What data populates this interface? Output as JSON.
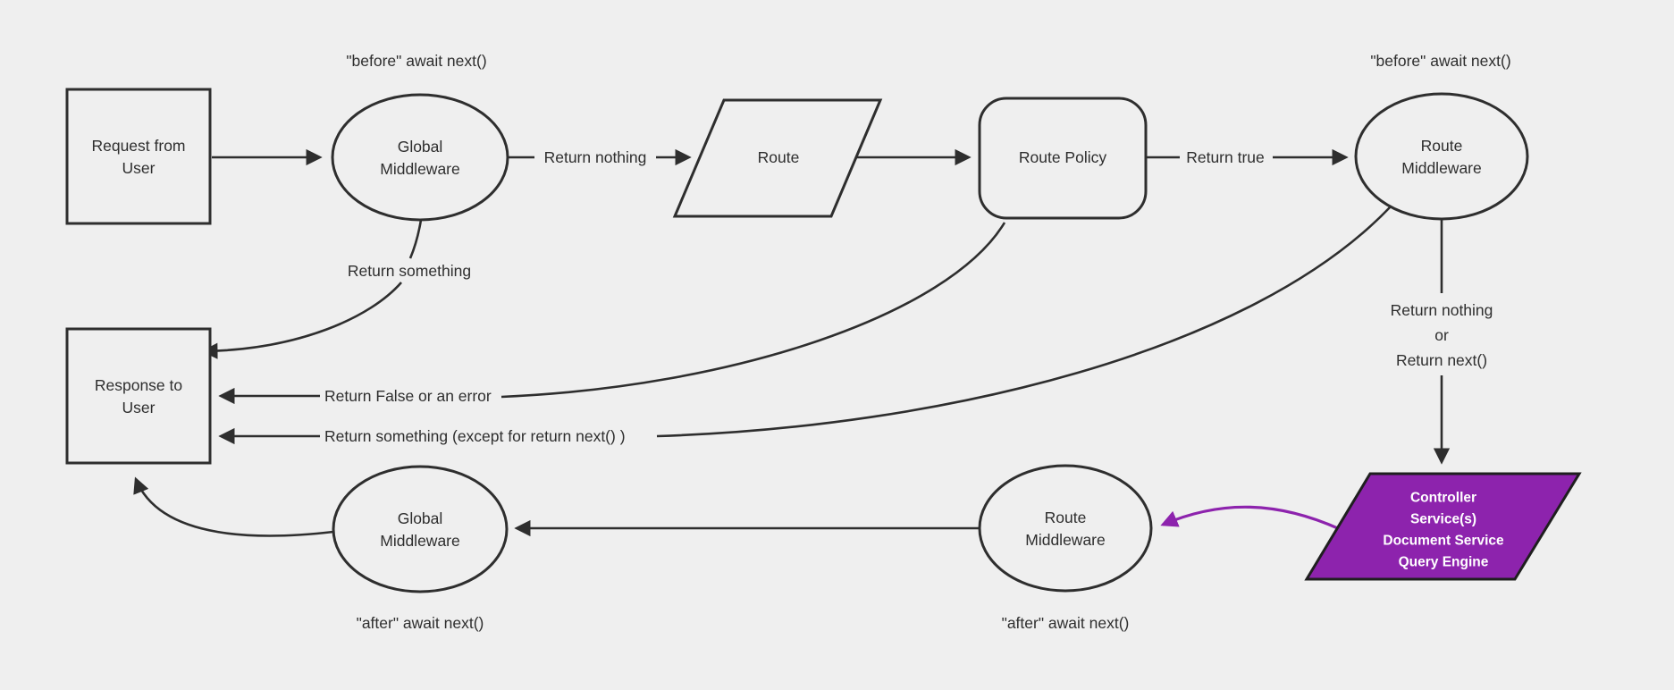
{
  "colors": {
    "bg": "#efefef",
    "line": "#2e2e2e",
    "node_fill": "#efefef",
    "purple": "#8d23ad",
    "purple_border": "#1f1f1f",
    "text": "#2e2e2e",
    "purple_text": "#ffffff"
  },
  "nodes": {
    "request": {
      "line1": "Request from",
      "line2": "User"
    },
    "global_middleware_top": {
      "line1": "Global",
      "line2": "Middleware"
    },
    "route": {
      "label": "Route"
    },
    "route_policy": {
      "label": "Route Policy"
    },
    "route_middleware_top": {
      "line1": "Route",
      "line2": "Middleware"
    },
    "controller": {
      "line1": "Controller",
      "line2": "Service(s)",
      "line3": "Document Service",
      "line4": "Query Engine"
    },
    "route_middleware_bottom": {
      "line1": "Route",
      "line2": "Middleware"
    },
    "global_middleware_bottom": {
      "line1": "Global",
      "line2": "Middleware"
    },
    "response": {
      "line1": "Response to",
      "line2": "User"
    }
  },
  "labels": {
    "before_await_left": "\"before\" await next()",
    "before_await_right": "\"before\" await next()",
    "return_nothing": "Return nothing",
    "return_true": "Return true",
    "return_something": "Return something",
    "return_false_or_error": "Return False or an error",
    "return_something_except": "Return something (except for return next() )",
    "return_nothing_or_line1": "Return nothing",
    "return_nothing_or_line2": "or",
    "return_nothing_or_line3": "Return next()",
    "after_await_left": "\"after\" await next()",
    "after_await_right": "\"after\" await next()"
  }
}
